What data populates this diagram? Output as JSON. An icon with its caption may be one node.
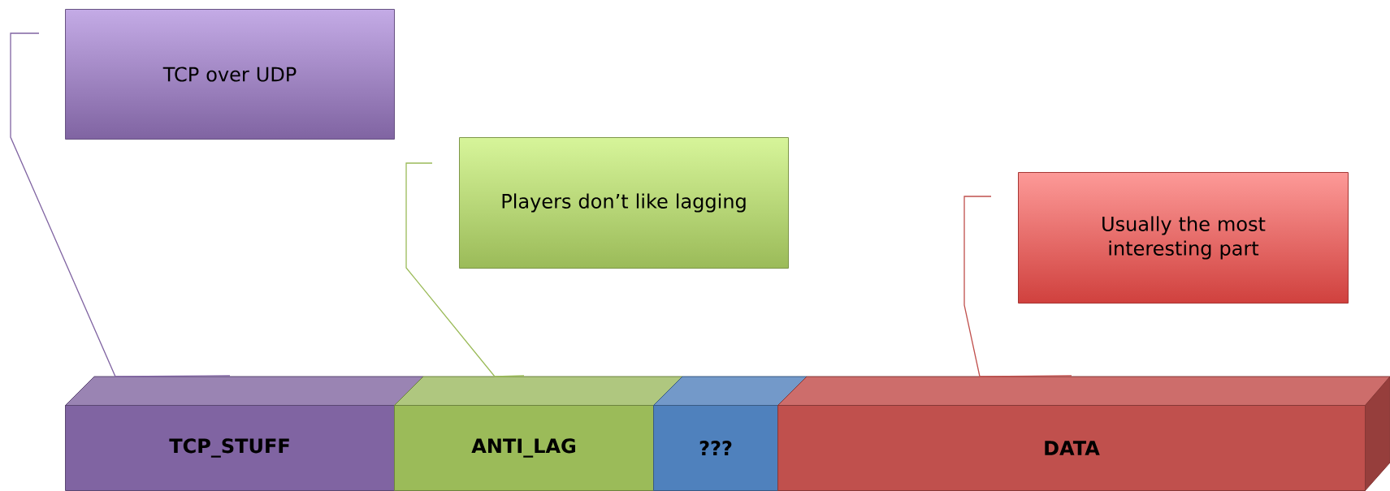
{
  "diagram": {
    "nodes": [
      {
        "text": [
          "TCP over UDP"
        ]
      },
      {
        "text": [
          "Players don’t like lagging"
        ]
      },
      {
        "text": [
          "Usually the most interesting part"
        ]
      },
      {
        "text": [
          "TCP_STUFF"
        ]
      },
      {
        "text": [
          "ANTI_LAG"
        ]
      },
      {
        "text": [
          "???"
        ]
      },
      {
        "text": [
          "DATA"
        ]
      }
    ],
    "edges": [
      {
        "from": 0,
        "to": 3,
        "arrow": "none",
        "color": "#8064a2"
      },
      {
        "from": 1,
        "to": 4,
        "arrow": "none",
        "color": "#9bbb59"
      },
      {
        "from": 2,
        "to": 6,
        "arrow": "none",
        "color": "#c0504d"
      }
    ]
  }
}
